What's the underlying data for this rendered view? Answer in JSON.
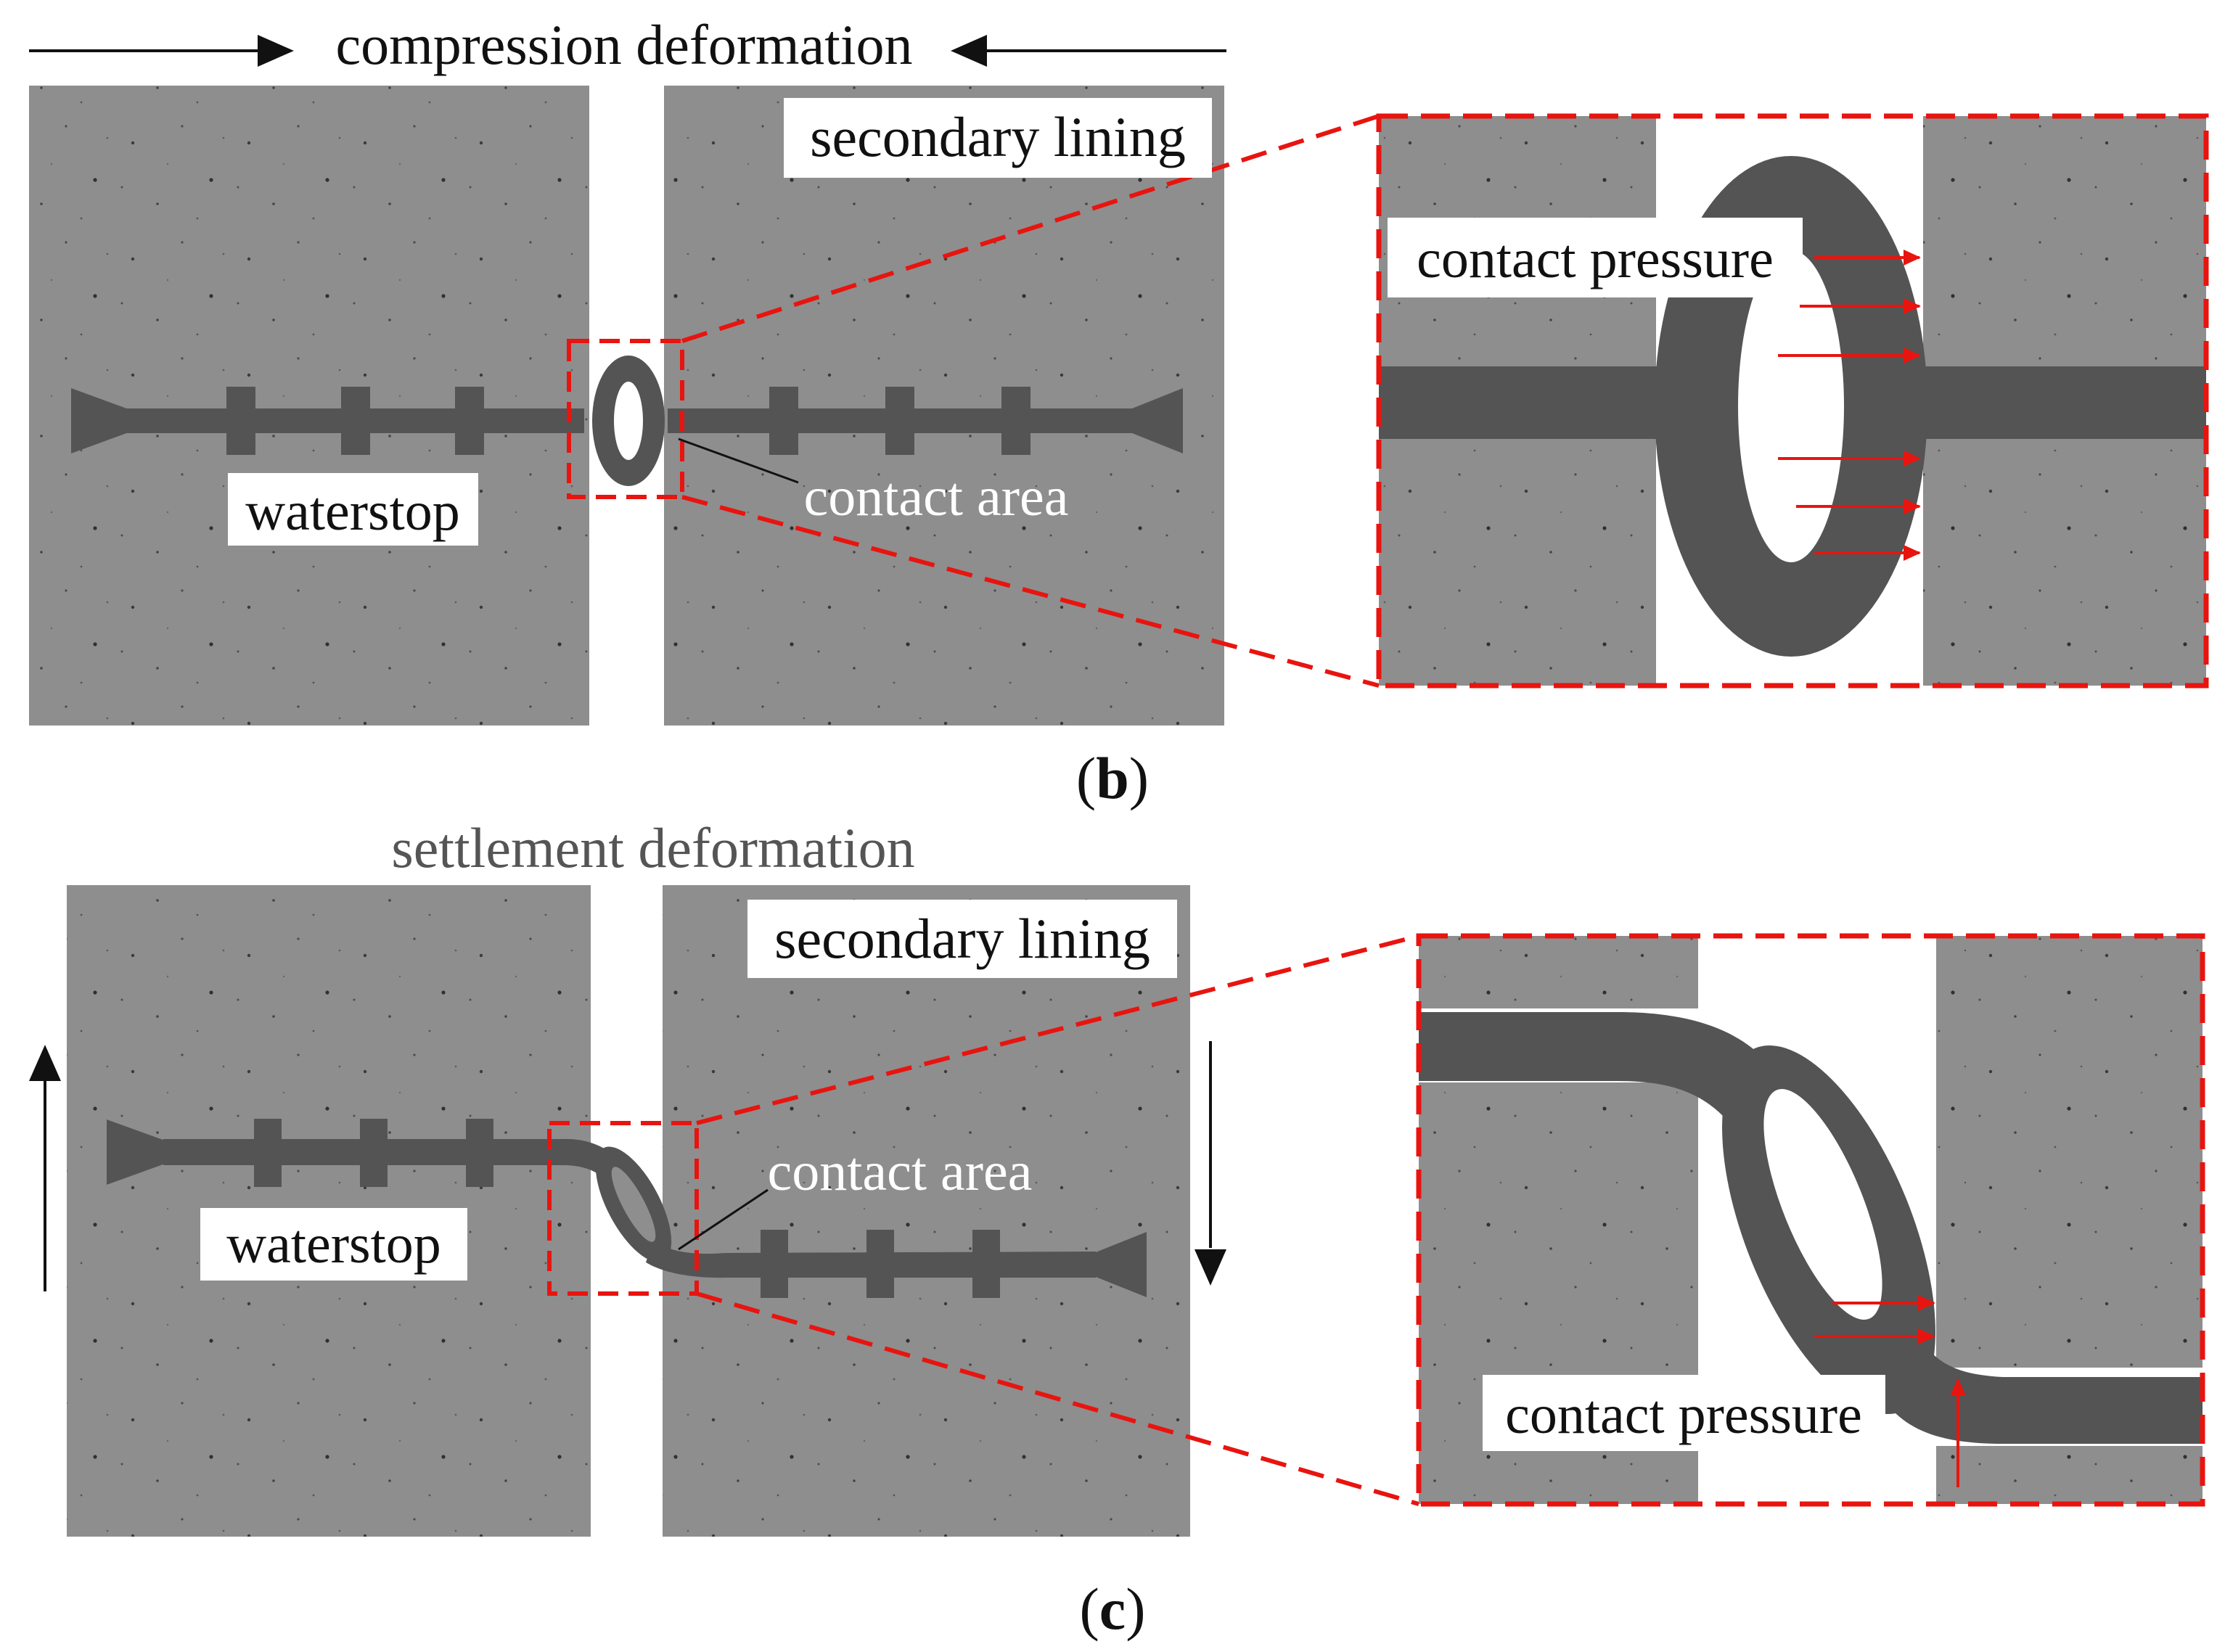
{
  "panel_b": {
    "title": "compression deformation",
    "lining_label": "secondary lining",
    "waterstop_label": "waterstop",
    "contact_area_label": "contact area",
    "contact_pressure_label": "contact pressure",
    "caption_letter": "b"
  },
  "panel_c": {
    "title": "settlement deformation",
    "lining_label": "secondary lining",
    "waterstop_label": "waterstop",
    "contact_area_label": "contact area",
    "contact_pressure_label": "contact pressure",
    "caption_letter": "c"
  },
  "colors": {
    "concrete": "#8e8e8e",
    "waterstop": "#545454",
    "highlight": "#e8140f",
    "label_bg": "#ffffff",
    "text": "#111111",
    "subtle_title": "#555555"
  }
}
